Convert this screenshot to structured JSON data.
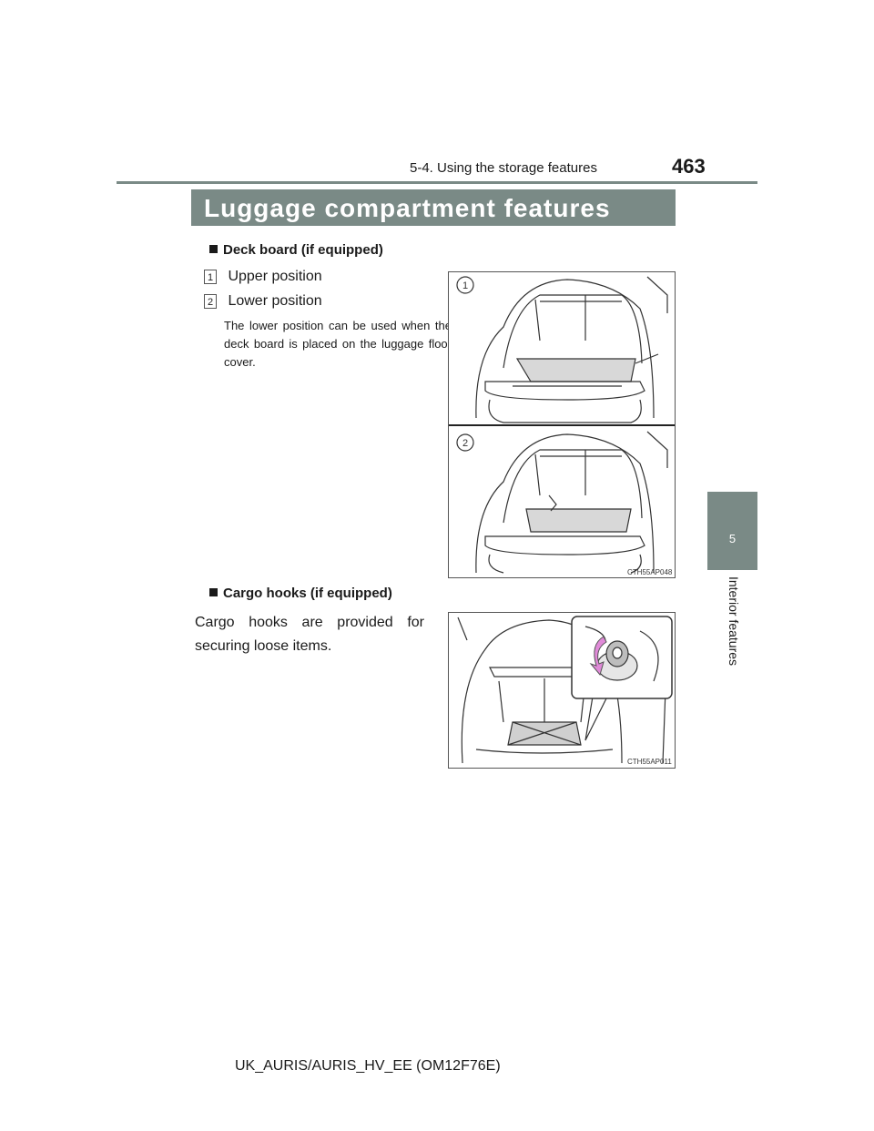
{
  "header": {
    "section": "5-4. Using the storage features",
    "page_number": "463"
  },
  "title": "Luggage compartment features",
  "side_tab": {
    "number": "5",
    "label": "Interior features"
  },
  "deck_board": {
    "heading": "Deck board (if equipped)",
    "items": [
      {
        "num": "1",
        "label": "Upper position"
      },
      {
        "num": "2",
        "label": "Lower position"
      }
    ],
    "note": "The lower position can be used when the deck board is placed on the luggage floor cover.",
    "figure_code": "CTH55AP048"
  },
  "cargo_hooks": {
    "heading": "Cargo hooks (if equipped)",
    "text": "Cargo hooks are provided for securing loose items.",
    "figure_code": "CTH55AP011"
  },
  "footer": "UK_AURIS/AURIS_HV_EE (OM12F76E)"
}
